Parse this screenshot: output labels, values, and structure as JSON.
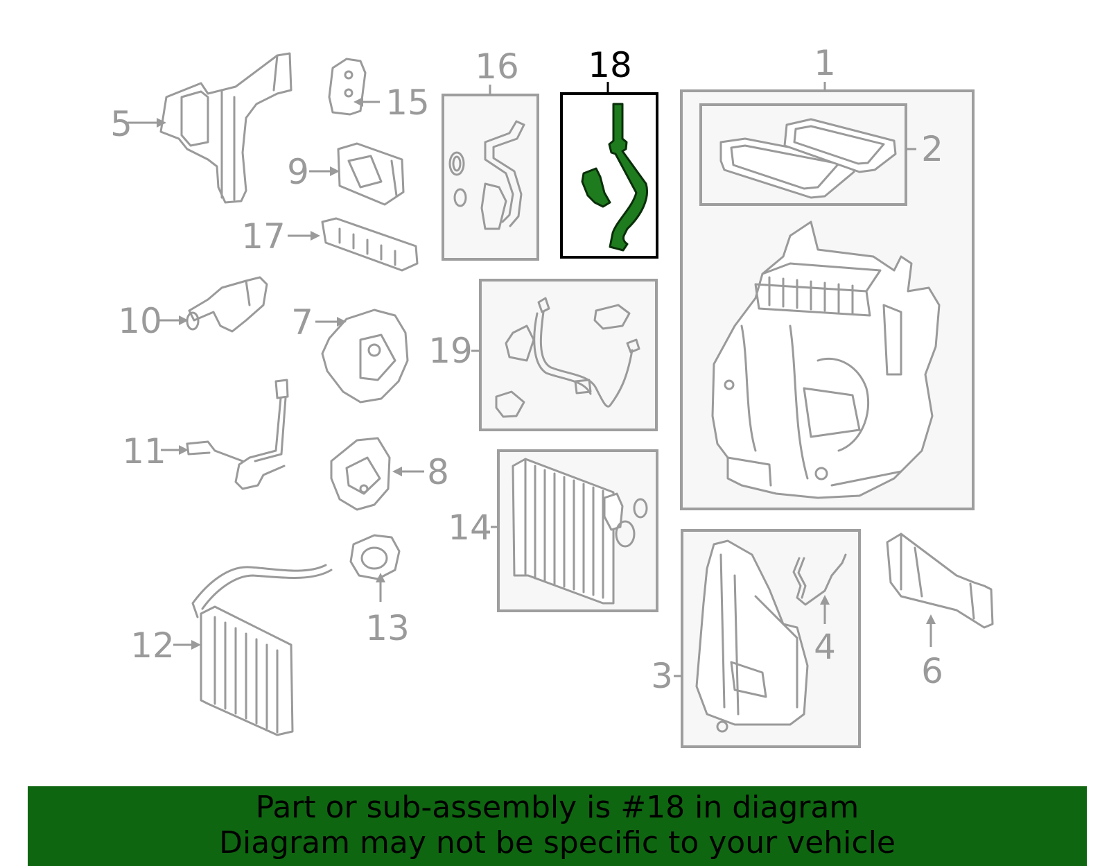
{
  "callouts": [
    "1",
    "2",
    "3",
    "4",
    "5",
    "6",
    "7",
    "8",
    "9",
    "10",
    "11",
    "12",
    "13",
    "14",
    "15",
    "16",
    "17",
    "18",
    "19"
  ],
  "highlighted_part": "18",
  "colors": {
    "highlight": "#1e7b1e",
    "banner": "#0f6610",
    "parts": "#9a9a9a"
  },
  "banner": {
    "line1": "Part or sub-assembly is #18 in diagram",
    "line2": "Diagram may not be specific to your vehicle"
  }
}
